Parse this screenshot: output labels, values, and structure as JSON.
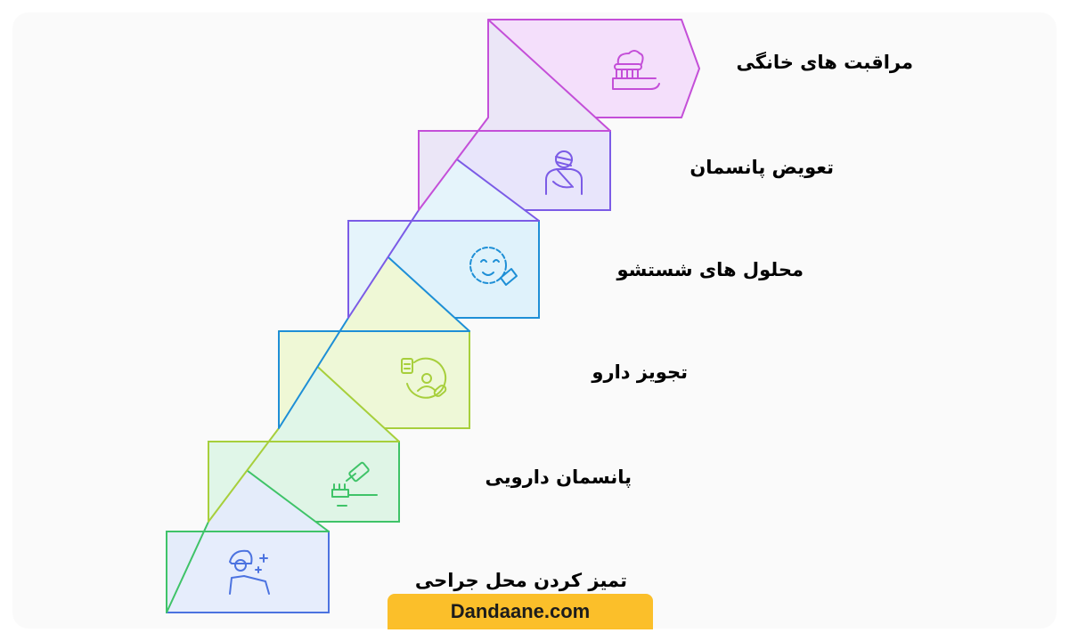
{
  "steps": [
    {
      "label": "مراقبت های خانگی",
      "color": "#c44fd8",
      "fill": "#f4dffb",
      "fold": "#ebe6f7",
      "icon": "toothbrush-icon"
    },
    {
      "label": "تعویض پانسمان",
      "color": "#7b5be6",
      "fill": "#e8e5fb",
      "fold": "#e5f4fb",
      "icon": "bandaged-patient-icon"
    },
    {
      "label": "محلول های شستشو",
      "color": "#1e8fd6",
      "fill": "#dff2fb",
      "fold": "#eff8d6",
      "icon": "face-cleanser-icon"
    },
    {
      "label": "تجویز دارو",
      "color": "#a7cf3c",
      "fill": "#eef8d7",
      "fold": "#e0f6e8",
      "icon": "prescription-icon"
    },
    {
      "label": "پانسمان دارویی",
      "color": "#3fc368",
      "fill": "#dff5e6",
      "fold": "#e4ecfa",
      "icon": "ointment-toothbrush-icon"
    },
    {
      "label": "تمیز کردن محل جراحی",
      "color": "#4c73e0",
      "fill": "#e6edfc",
      "fold": "",
      "icon": "face-shield-cleaning-icon"
    }
  ],
  "watermark": "Dandaane.com"
}
